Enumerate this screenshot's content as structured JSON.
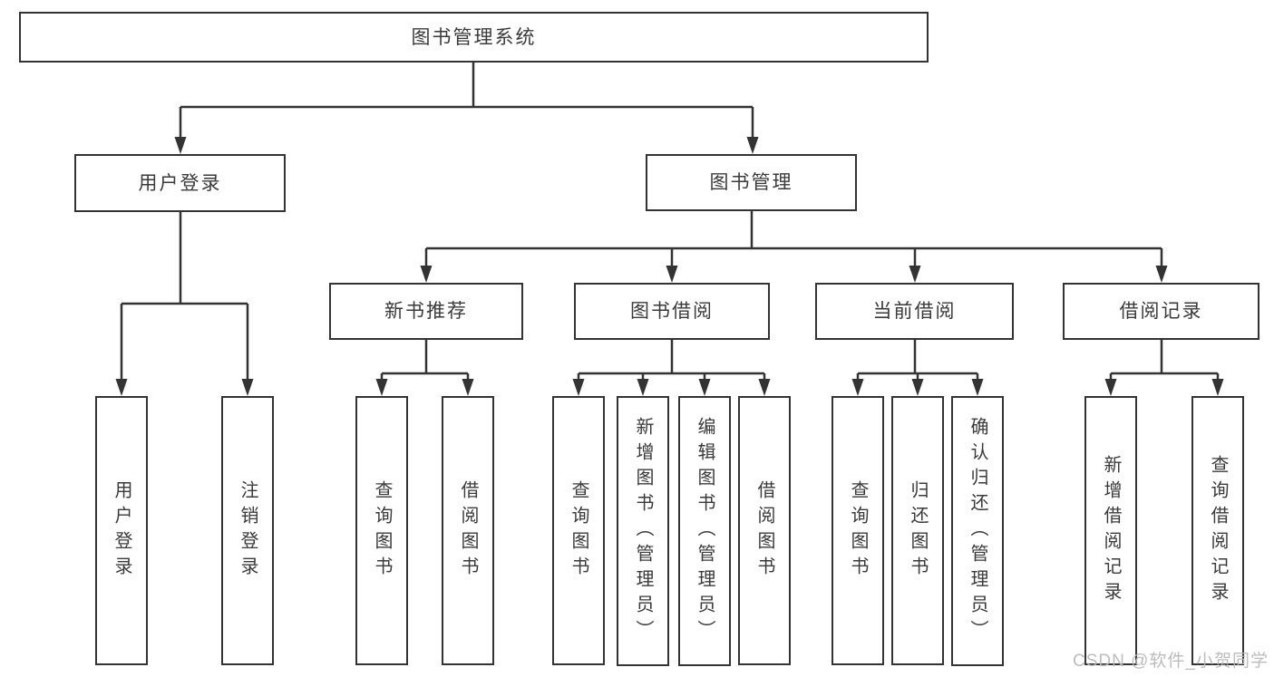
{
  "diagram": {
    "root": {
      "label": "图书管理系统"
    },
    "branches": [
      {
        "label": "用户登录",
        "leaves": [
          {
            "label": "用户登录"
          },
          {
            "label": "注销登录"
          }
        ]
      },
      {
        "label": "图书管理",
        "groups": [
          {
            "label": "新书推荐",
            "leaves": [
              {
                "label": "查询图书"
              },
              {
                "label": "借阅图书"
              }
            ]
          },
          {
            "label": "图书借阅",
            "leaves": [
              {
                "label": "查询图书"
              },
              {
                "label": "新增图书（管理员）"
              },
              {
                "label": "编辑图书（管理员）"
              },
              {
                "label": "借阅图书"
              }
            ]
          },
          {
            "label": "当前借阅",
            "leaves": [
              {
                "label": "查询图书"
              },
              {
                "label": "归还图书"
              },
              {
                "label": "确认归还（管理员）"
              }
            ]
          },
          {
            "label": "借阅记录",
            "leaves": [
              {
                "label": "新增借阅记录"
              },
              {
                "label": "查询借阅记录"
              }
            ]
          }
        ]
      }
    ]
  },
  "watermark": {
    "text": "CSDN @软件_小贺同学"
  },
  "colors": {
    "line": "#333333",
    "box_border": "#333333",
    "box_fill": "#ffffff",
    "text": "#3a3a3a",
    "watermark": "#b8b8b8",
    "background": "#ffffff"
  }
}
